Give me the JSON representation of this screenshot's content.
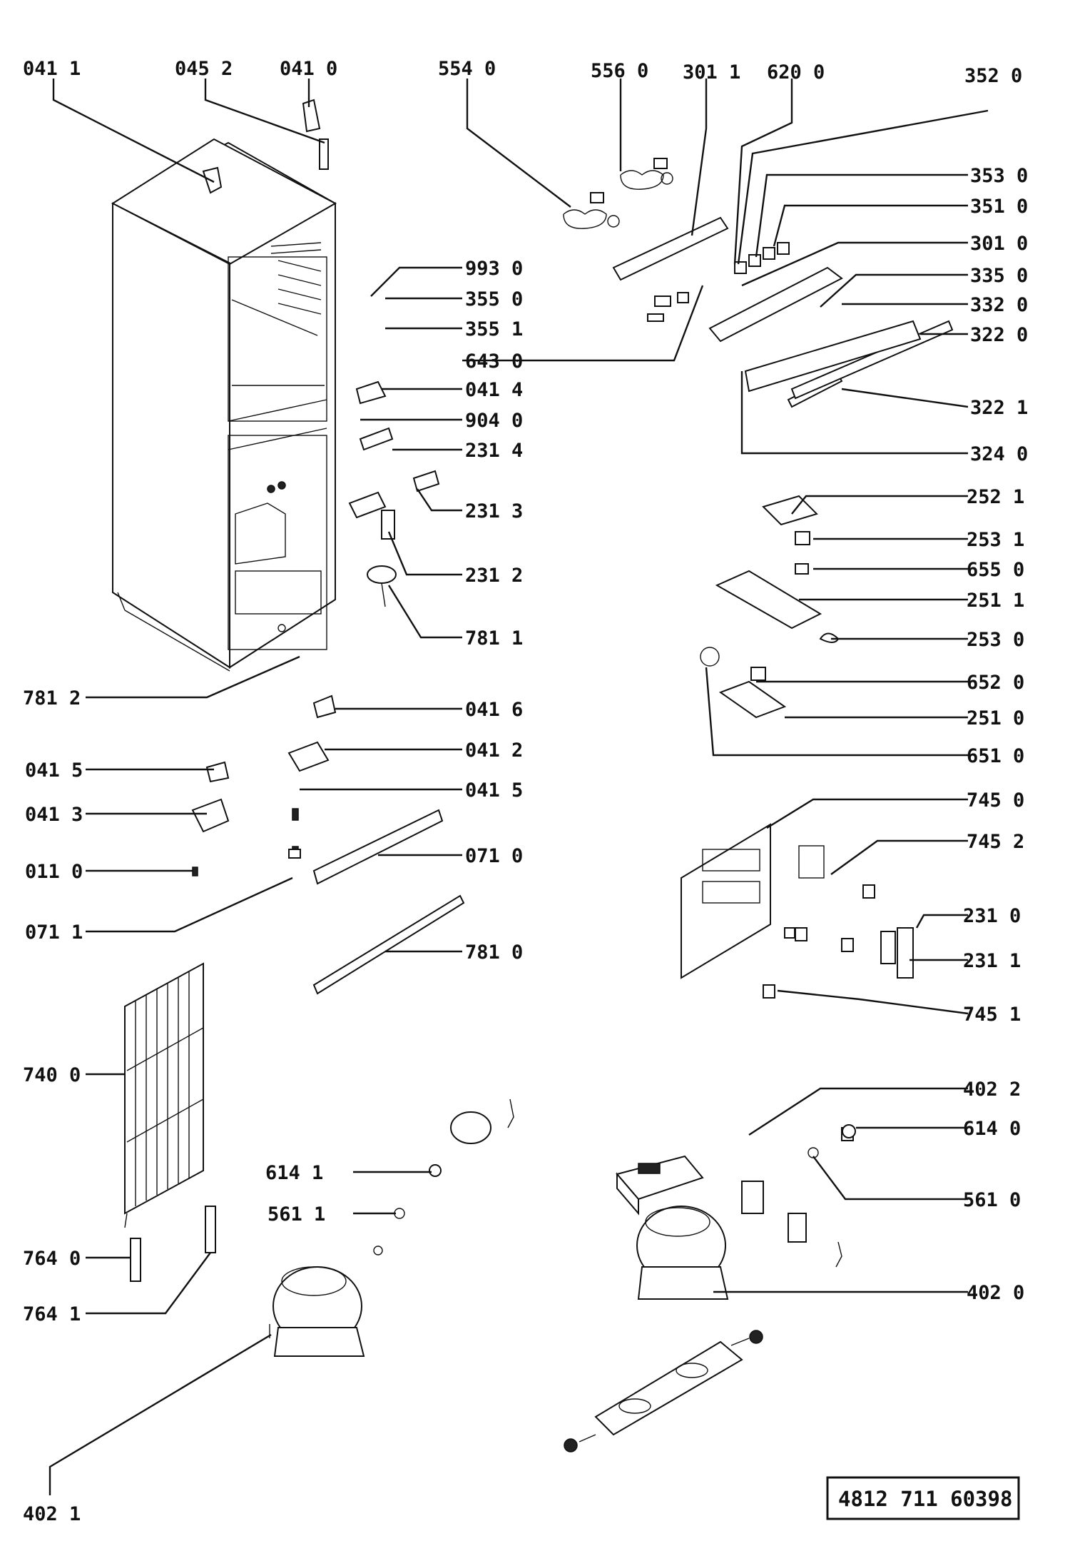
{
  "labels": [
    {
      "id": "p0411",
      "text": "041 1"
    },
    {
      "id": "p0452",
      "text": "045 2"
    },
    {
      "id": "p0410",
      "text": "041 0"
    },
    {
      "id": "p5540",
      "text": "554 0"
    },
    {
      "id": "p5560",
      "text": "556 0"
    },
    {
      "id": "p3011",
      "text": "301 1"
    },
    {
      "id": "p6200",
      "text": "620 0"
    },
    {
      "id": "p3520",
      "text": "352 0"
    },
    {
      "id": "p3530",
      "text": "353 0"
    },
    {
      "id": "p3510",
      "text": "351 0"
    },
    {
      "id": "p3010",
      "text": "301 0"
    },
    {
      "id": "p3350",
      "text": "335 0"
    },
    {
      "id": "p3320",
      "text": "332 0"
    },
    {
      "id": "p3220",
      "text": "322 0"
    },
    {
      "id": "p3221",
      "text": "322 1"
    },
    {
      "id": "p3240",
      "text": "324 0"
    },
    {
      "id": "p9930",
      "text": "993 0"
    },
    {
      "id": "p3550",
      "text": "355 0"
    },
    {
      "id": "p3551",
      "text": "355 1"
    },
    {
      "id": "p6430",
      "text": "643 0"
    },
    {
      "id": "p0414",
      "text": "041 4"
    },
    {
      "id": "p9040",
      "text": "904 0"
    },
    {
      "id": "p2314",
      "text": "231 4"
    },
    {
      "id": "p2313",
      "text": "231 3"
    },
    {
      "id": "p2312",
      "text": "231 2"
    },
    {
      "id": "p7811",
      "text": "781 1"
    },
    {
      "id": "p7812",
      "text": "781 2"
    },
    {
      "id": "p0416",
      "text": "041 6"
    },
    {
      "id": "p0412",
      "text": "041 2"
    },
    {
      "id": "p0415a",
      "text": "041 5"
    },
    {
      "id": "p0415b",
      "text": "041 5"
    },
    {
      "id": "p0413",
      "text": "041 3"
    },
    {
      "id": "p0110",
      "text": "011 0"
    },
    {
      "id": "p0710",
      "text": "071 0"
    },
    {
      "id": "p0711",
      "text": "071 1"
    },
    {
      "id": "p7810",
      "text": "781 0"
    },
    {
      "id": "p2521",
      "text": "252 1"
    },
    {
      "id": "p2531",
      "text": "253 1"
    },
    {
      "id": "p6550",
      "text": "655 0"
    },
    {
      "id": "p2511",
      "text": "251 1"
    },
    {
      "id": "p2530",
      "text": "253 0"
    },
    {
      "id": "p6520",
      "text": "652 0"
    },
    {
      "id": "p2510",
      "text": "251 0"
    },
    {
      "id": "p6510",
      "text": "651 0"
    },
    {
      "id": "p7450",
      "text": "745 0"
    },
    {
      "id": "p7452",
      "text": "745 2"
    },
    {
      "id": "p2310",
      "text": "231 0"
    },
    {
      "id": "p2311",
      "text": "231 1"
    },
    {
      "id": "p7451",
      "text": "745 1"
    },
    {
      "id": "p7400",
      "text": "740 0"
    },
    {
      "id": "p4022",
      "text": "402 2"
    },
    {
      "id": "p6140",
      "text": "614 0"
    },
    {
      "id": "p6141",
      "text": "614 1"
    },
    {
      "id": "p5610",
      "text": "561 0"
    },
    {
      "id": "p5611",
      "text": "561 1"
    },
    {
      "id": "p7640",
      "text": "764 0"
    },
    {
      "id": "p7641",
      "text": "764 1"
    },
    {
      "id": "p4020",
      "text": "402 0"
    },
    {
      "id": "p4021",
      "text": "402 1"
    }
  ],
  "document_number": "4812 711 60398"
}
